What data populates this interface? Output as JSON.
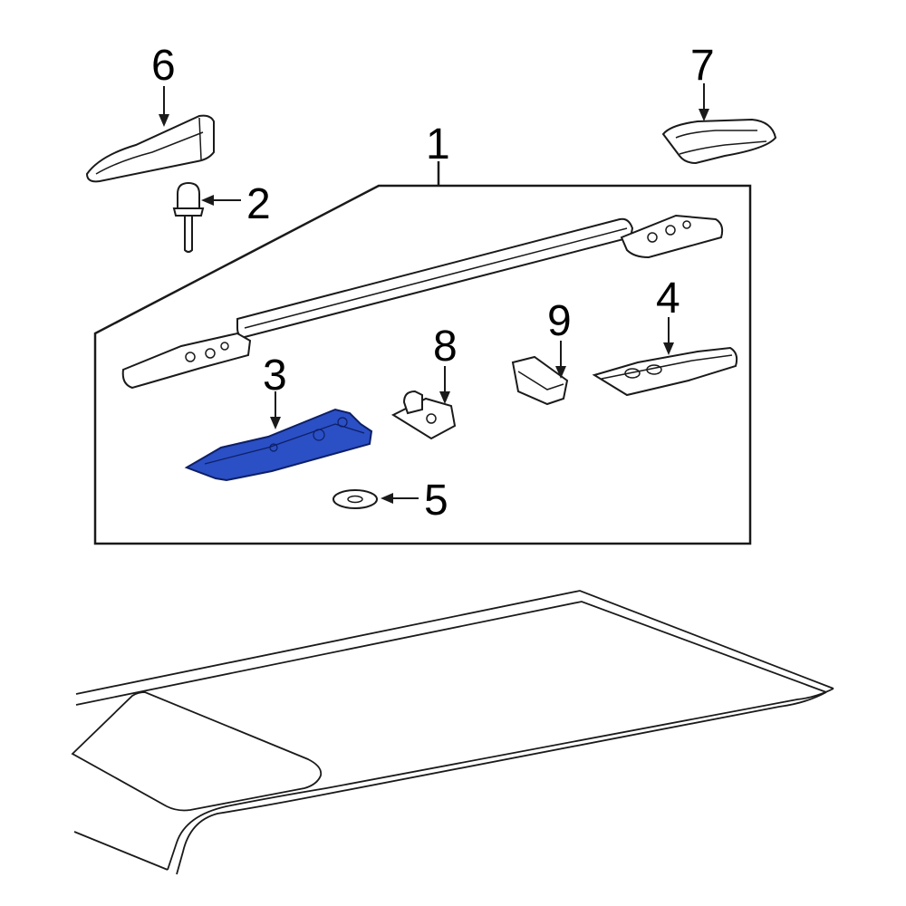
{
  "diagram": {
    "colors": {
      "line": "#1a1a1a",
      "part_fill": "#ffffff",
      "highlight_fill": "#2b4fc4",
      "highlight_stroke": "#0d1f66",
      "background": "#ffffff"
    },
    "callouts": [
      {
        "id": "1",
        "label": "1"
      },
      {
        "id": "2",
        "label": "2"
      },
      {
        "id": "3",
        "label": "3"
      },
      {
        "id": "4",
        "label": "4"
      },
      {
        "id": "5",
        "label": "5"
      },
      {
        "id": "6",
        "label": "6"
      },
      {
        "id": "7",
        "label": "7"
      },
      {
        "id": "8",
        "label": "8"
      },
      {
        "id": "9",
        "label": "9"
      }
    ],
    "highlighted_part": "3"
  }
}
